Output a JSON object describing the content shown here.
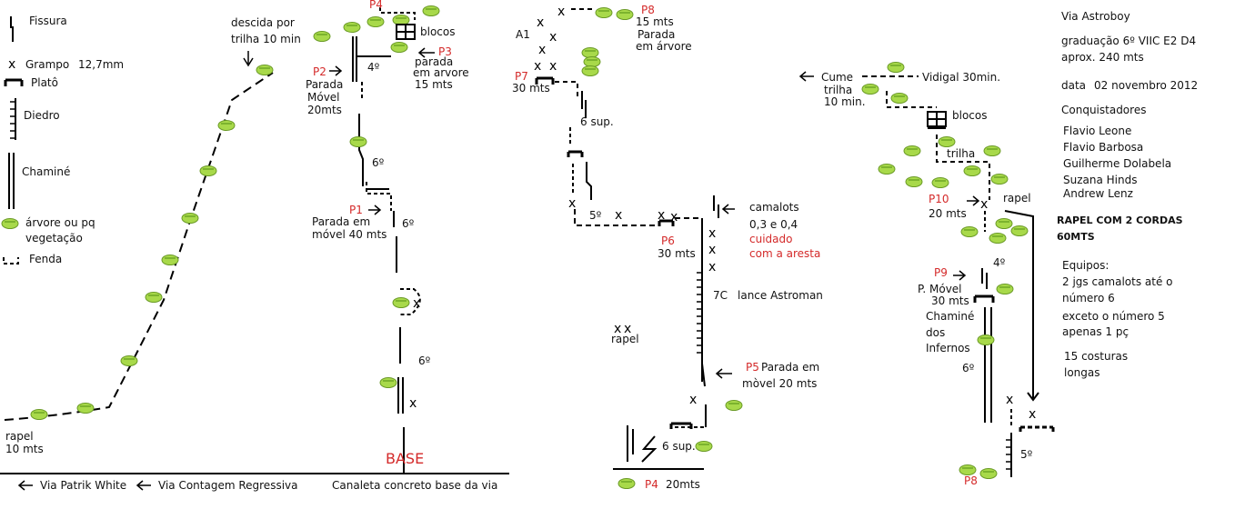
{
  "legend": {
    "items": [
      {
        "symbol": "fissure-symbol",
        "label": "Fissura"
      },
      {
        "symbol": "bolt-symbol",
        "label": "Grampo",
        "note": "12,7mm"
      },
      {
        "symbol": "ledge-symbol",
        "label": "Platô"
      },
      {
        "symbol": "dihedral-symbol",
        "label": "Diedro"
      },
      {
        "symbol": "chimney-symbol",
        "label": "Chaminé"
      },
      {
        "symbol": "tree-symbol",
        "label": "árvore ou pq",
        "label2": "vegetação"
      },
      {
        "symbol": "crack-symbol",
        "label": "Fenda"
      }
    ]
  },
  "section1": {
    "descent": [
      "descida por",
      "trilha 10 min"
    ],
    "p4": "P4",
    "blocks": "blocos",
    "p3": "P3",
    "p3_note": [
      "parada",
      "em arvore",
      "15 mts"
    ],
    "p2": "P2",
    "p2_note": [
      "Parada",
      "Móvel",
      "20mts"
    ],
    "grade_4": "4º",
    "grade_6a": "6º",
    "p1": "P1",
    "p1_note": [
      "Parada em",
      "móvel  40 mts"
    ],
    "grade_6b": "6º",
    "grade_6c": "6º",
    "rappel": [
      "rapel",
      "10 mts"
    ],
    "base": "BASE"
  },
  "bottom": {
    "route1": "Via Patrik White",
    "route2": "Via Contagem Regressiva",
    "note": "Canaleta concreto base da via"
  },
  "section2": {
    "a1": "A1",
    "p8": "P8",
    "p8_note": [
      "15 mts",
      "Parada",
      "em árvore"
    ],
    "p7": "P7",
    "p7_note": "30 mts",
    "sup6a": "6 sup.",
    "grade_5": "5º",
    "p6": "P6",
    "p6_note": "30 mts",
    "camalots": [
      "camalots",
      "0,3 e 0,4"
    ],
    "warning": [
      "cuidado",
      "com a aresta"
    ],
    "grade_7c": "7C",
    "astroman": "lance Astroman",
    "xx": "xx",
    "rappel": "rapel",
    "p5": "P5",
    "p5_note": [
      "Parada em",
      "mòvel   20 mts"
    ],
    "sup6b": "6 sup.",
    "p4": "P4",
    "p4_note": "20mts"
  },
  "section3": {
    "cume": [
      "Cume",
      "trilha",
      "10 min."
    ],
    "vidigal": "Vidigal 30min.",
    "blocks": "blocos",
    "trail": "trilha",
    "p10": "P10",
    "p10_note": "20 mts",
    "rappel": "rapel",
    "grade_4": "4º",
    "p9": "P9",
    "p9_note": [
      "P. Móvel",
      "30 mts"
    ],
    "chimney": [
      "Chaminé",
      "dos",
      "Infernos"
    ],
    "grade_6": "6º",
    "grade_5": "5º",
    "p8": "P8"
  },
  "info": {
    "title": "Via Astroboy",
    "grade": "graduação 6º VIIC  E2 D4",
    "length": "aprox. 240 mts",
    "date_label": "data",
    "date": "02 novembro 2012",
    "conquerors_title": "Conquistadores",
    "conquerors": [
      "Flavio Leone",
      "Flavio Barbosa",
      "Guilherme Dolabela",
      "Suzana Hinds",
      "Andrew Lenz"
    ],
    "rappel_note": [
      "RAPEL COM 2 CORDAS",
      "60MTS"
    ],
    "equipment_title": "Equipos:",
    "equipment": [
      "2 jgs camalots até o",
      "número 6",
      "exceto o número  5",
      "apenas 1 pç"
    ],
    "quickdraws": [
      "15 costuras",
      "longas"
    ]
  },
  "colors": {
    "tree": "#a8d94a",
    "tree_stroke": "#5c8a1e",
    "red": "#d42a2a"
  }
}
